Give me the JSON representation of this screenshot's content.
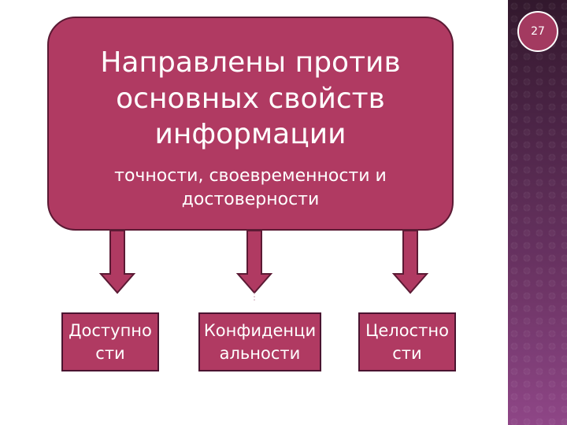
{
  "slide": {
    "page_number": "27",
    "main_box": {
      "title": "Направлены против\nосновных свойств\nинформации",
      "subtitle": "точности, своевременности и\nдостоверности"
    },
    "leaves": [
      {
        "label": "Доступно\nсти"
      },
      {
        "label": "Конфиденци\nальности"
      },
      {
        "label": "Целостно\nсти"
      }
    ]
  },
  "colors": {
    "box_fill": "#b03a62",
    "box_border": "#5b1a34",
    "sidebar": "#4a1e44"
  }
}
